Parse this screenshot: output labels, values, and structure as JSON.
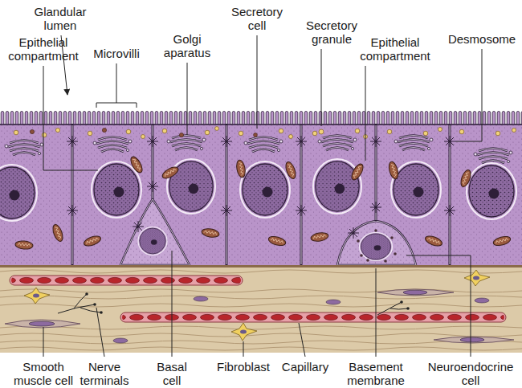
{
  "diagram": {
    "labels": [
      "Glandular lumen",
      "Epithelial compartment",
      "Microvilli",
      "Golgi aparatus",
      "Secretory cell",
      "Secretory granule",
      "Epithelial compartment",
      "Desmosome",
      "Smooth muscle cell",
      "Nerve terminals",
      "Basal cell",
      "Fibroblast",
      "Capillary",
      "Basement membrane",
      "Neuroendocrine cell"
    ]
  }
}
